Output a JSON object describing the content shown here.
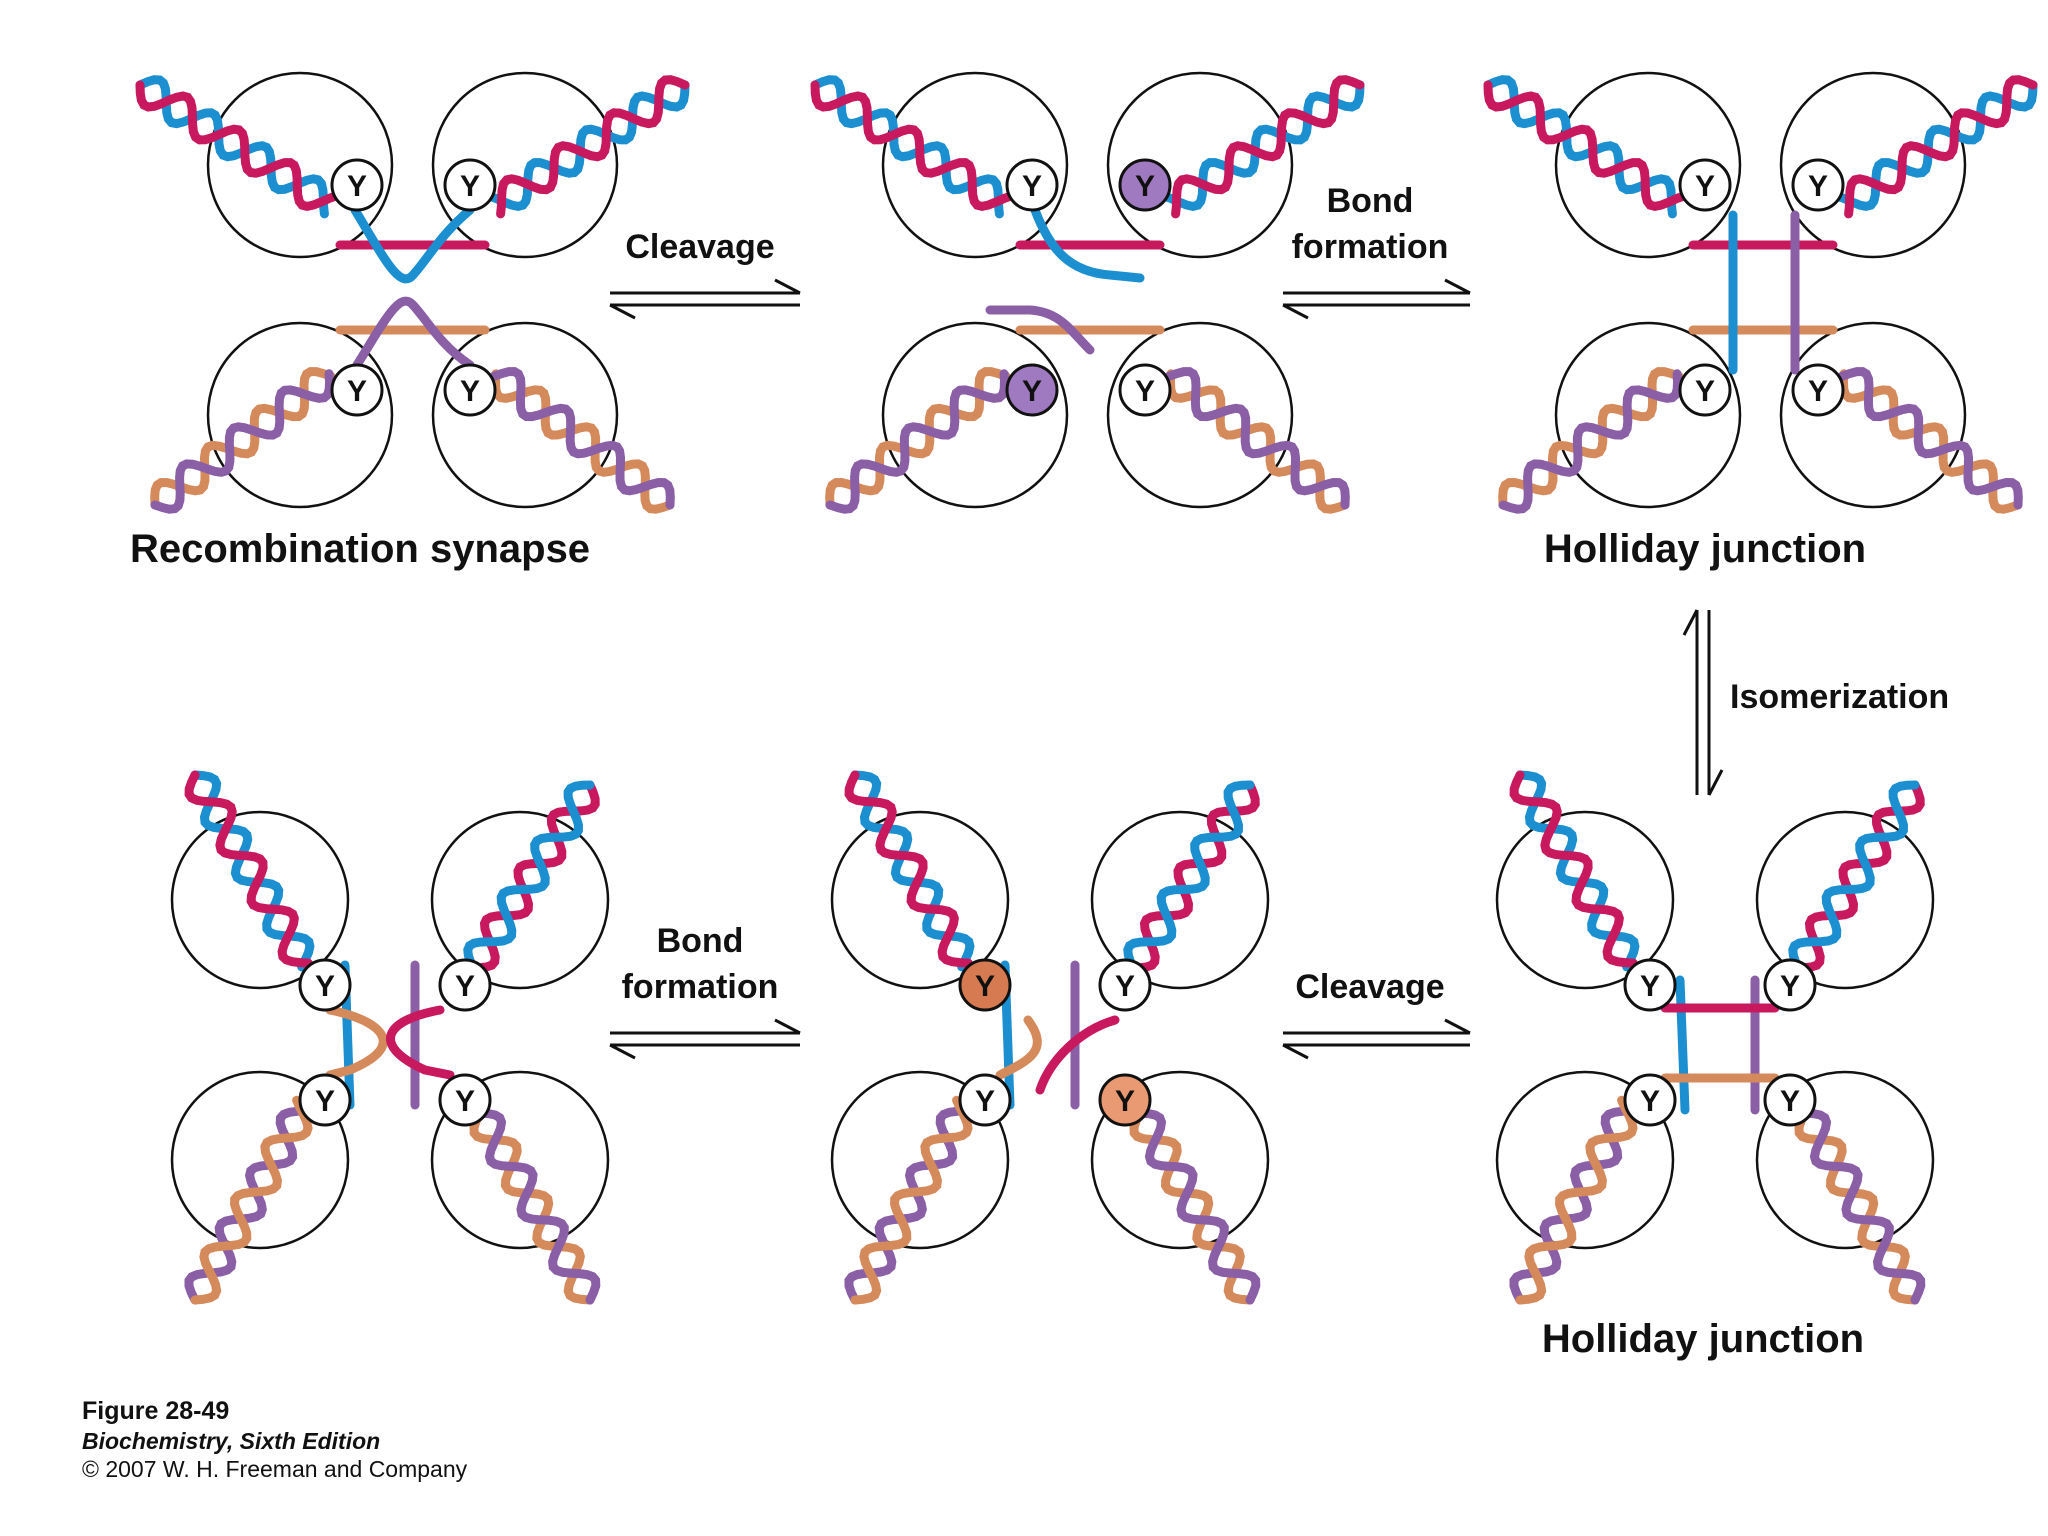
{
  "labels": {
    "synapse": "Recombination synapse",
    "holliday_top": "Holliday junction",
    "holliday_bottom": "Holliday junction",
    "cleavage_top": "Cleavage",
    "bond_top_1": "Bond",
    "bond_top_2": "formation",
    "isomerization": "Isomerization",
    "cleavage_bottom": "Cleavage",
    "bond_bottom_1": "Bond",
    "bond_bottom_2": "formation"
  },
  "tyrosine_symbol": "Y",
  "caption": {
    "figure": "Figure 28-49",
    "book": "Biochemistry, Sixth Edition",
    "copyright": "© 2007 W. H. Freeman and Company"
  },
  "colors": {
    "strand_blue": "#1c8fd0",
    "strand_magenta": "#c8185e",
    "strand_orange": "#d58a5c",
    "strand_purple": "#8a5fa6",
    "tyrosine_purple_fill": "#a07ac0",
    "tyrosine_orange_fill": "#d67a52",
    "tyrosine_salmon_fill": "#e99a72"
  }
}
